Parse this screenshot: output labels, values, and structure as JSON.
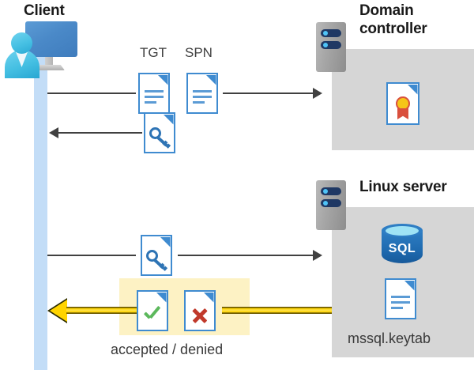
{
  "diagram": {
    "type": "kerberos-authentication-flow",
    "actors": {
      "client": {
        "title": "Client",
        "icon": "user-monitor-icon"
      },
      "domain_controller": {
        "title": "Domain controller",
        "icon": "server-rack-icon",
        "contents": [
          {
            "name": "certificate-icon",
            "label": ""
          }
        ]
      },
      "linux_server": {
        "title": "Linux server",
        "icon": "server-rack-icon",
        "contents": [
          {
            "name": "sql-database-icon",
            "label": "SQL"
          },
          {
            "name": "keytab-document-icon",
            "label": "mssql.keytab"
          }
        ]
      }
    },
    "tokens": {
      "tgt": "TGT",
      "spn": "SPN"
    },
    "flows": [
      {
        "id": "flow-1",
        "direction": "right",
        "from": "client",
        "to": "domain_controller",
        "style": "solid-gray",
        "artifacts": [
          "TGT",
          "SPN"
        ]
      },
      {
        "id": "flow-2",
        "direction": "left",
        "from": "domain_controller",
        "to": "client",
        "style": "solid-gray",
        "artifacts": [
          "service-ticket-key-document"
        ]
      },
      {
        "id": "flow-3",
        "direction": "right",
        "from": "client",
        "to": "linux_server",
        "style": "solid-gray",
        "artifacts": [
          "service-ticket-key-document"
        ]
      },
      {
        "id": "flow-4",
        "direction": "left",
        "from": "linux_server",
        "to": "client",
        "style": "yellow-highlight",
        "artifacts": [
          "accepted-document",
          "denied-document"
        ]
      }
    ],
    "result": {
      "label": "accepted / denied",
      "accepted_icon": "check-document-icon",
      "denied_icon": "x-document-icon"
    },
    "labels": {
      "keytab_file": "mssql.keytab",
      "sql_text": "SQL"
    },
    "colors": {
      "panel_gray": "#d6d6d6",
      "lifeline_blue": "#c3ddf7",
      "highlight_yellow": "#fdf2c4",
      "arrow_gray": "#404040",
      "arrow_yellow": "#ffd400",
      "doc_blue": "#3f8bd0",
      "accept_green": "#5cb85c",
      "deny_red": "#c0392b",
      "sql_blue": "#2f7ec4",
      "cert_gold": "#f5c518"
    }
  }
}
